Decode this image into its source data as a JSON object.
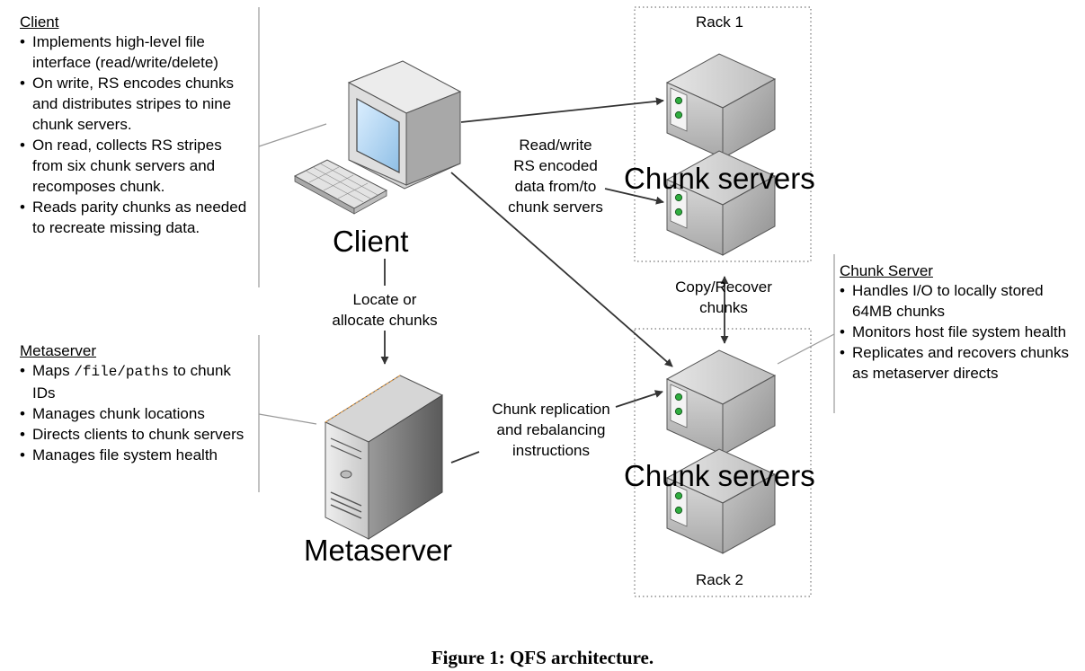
{
  "client_panel": {
    "header": "Client",
    "bullets": [
      "Implements high-level file interface (read/write/delete)",
      "On write, RS encodes chunks and distributes stripes to nine chunk servers.",
      "On read, collects RS stripes from six chunk servers and recomposes chunk.",
      "Reads parity chunks as needed to recreate missing data."
    ]
  },
  "metaserver_panel": {
    "header": "Metaserver",
    "bullet1_prefix": "Maps",
    "bullet1_code": "/file/paths",
    "bullet1_suffix": "to chunk IDs",
    "bullets": [
      "Manages chunk locations",
      "Directs clients to chunk servers",
      "Manages file system health"
    ]
  },
  "chunkserver_panel": {
    "header": "Chunk Server",
    "bullets": [
      "Handles I/O to locally stored 64MB chunks",
      "Monitors host file system health",
      "Replicates and recovers chunks as metaserver directs"
    ]
  },
  "labels": {
    "client": "Client",
    "metaserver": "Metaserver",
    "rack1": "Rack 1",
    "rack2": "Rack 2",
    "chunk_servers_1": "Chunk servers",
    "chunk_servers_2": "Chunk servers",
    "rw_1": "Read/write",
    "rw_2": "RS encoded",
    "rw_3": "data from/to",
    "rw_4": "chunk servers",
    "locate_1": "Locate or",
    "locate_2": "allocate chunks",
    "copy_1": "Copy/Recover",
    "copy_2": "chunks",
    "repl_1": "Chunk replication",
    "repl_2": "and rebalancing",
    "repl_3": "instructions"
  },
  "caption": "Figure 1: QFS architecture."
}
